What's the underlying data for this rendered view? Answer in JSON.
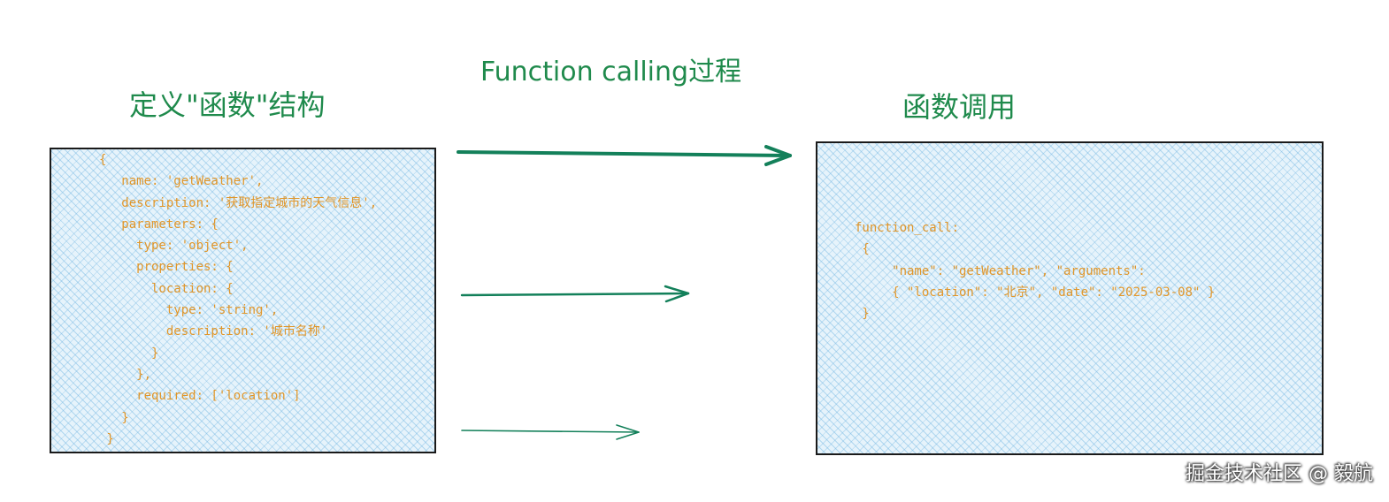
{
  "title": "Function calling过程",
  "left_heading": "定义\"函数\"结构",
  "right_heading": "函数调用",
  "left_code": "{\n   name: 'getWeather',\n   description: '获取指定城市的天气信息',\n   parameters: {\n     type: 'object',\n     properties: {\n       location: {\n         type: 'string',\n         description: '城市名称'\n       }\n     },\n     required: ['location']\n   }\n }",
  "right_code": "function_call:\n {\n     \"name\": \"getWeather\", \"arguments\":\n     { \"location\": \"北京\", \"date\": \"2025-03-08\" }\n }",
  "watermark": "掘金技术社区 @ 毅航",
  "colors": {
    "title": "#1f8a4c",
    "arrow": "#13805a",
    "code": "#e0962a",
    "panel": "#e6f3fb"
  }
}
